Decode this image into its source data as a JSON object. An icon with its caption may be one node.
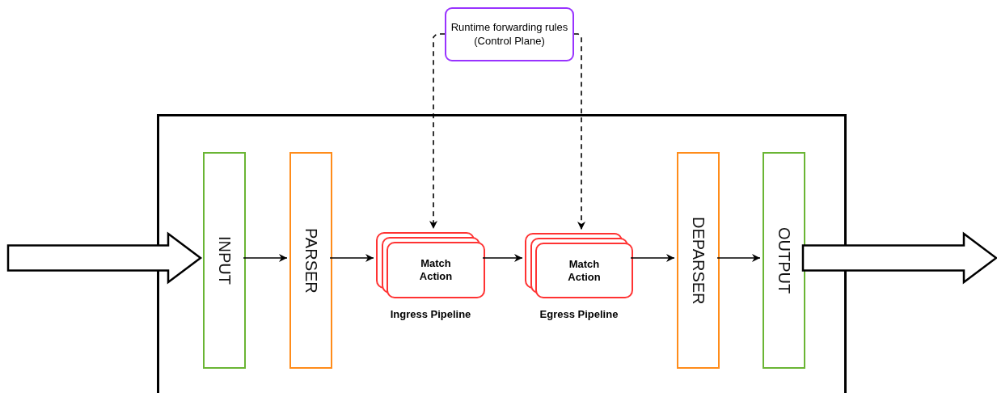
{
  "diagram": {
    "nodes": [
      {
        "text": [
          "Runtime forwarding rules (Control Plane)"
        ]
      },
      {
        "text": [],
        "shape": "box"
      },
      {
        "text": [
          "INPUT"
        ],
        "in": 1
      },
      {
        "text": [
          "PARSER"
        ],
        "in": 1
      },
      {
        "text": [
          "Match Action"
        ],
        "in": 1,
        "beside": [
          "Ingress Pipeline"
        ]
      },
      {
        "text": [
          "Match Action"
        ],
        "in": 1,
        "beside": [
          "Egress Pipeline"
        ]
      },
      {
        "text": [
          "DEPARSER"
        ],
        "in": 1
      },
      {
        "text": [
          "OUTPUT"
        ],
        "in": 1
      }
    ],
    "edges": [
      {
        "from": null,
        "to": 2,
        "arrow": "to",
        "style": "thick"
      },
      {
        "from": 2,
        "to": 3,
        "arrow": "to"
      },
      {
        "from": 3,
        "to": 4,
        "arrow": "to"
      },
      {
        "from": 4,
        "to": 5,
        "arrow": "to"
      },
      {
        "from": 5,
        "to": 6,
        "arrow": "to"
      },
      {
        "from": 6,
        "to": 7,
        "arrow": "to"
      },
      {
        "from": 7,
        "to": null,
        "arrow": "to",
        "style": "thick"
      },
      {
        "from": 0,
        "to": 4,
        "arrow": "to",
        "style": "dashed"
      },
      {
        "from": 0,
        "to": 5,
        "arrow": "to",
        "style": "dashed"
      }
    ]
  }
}
